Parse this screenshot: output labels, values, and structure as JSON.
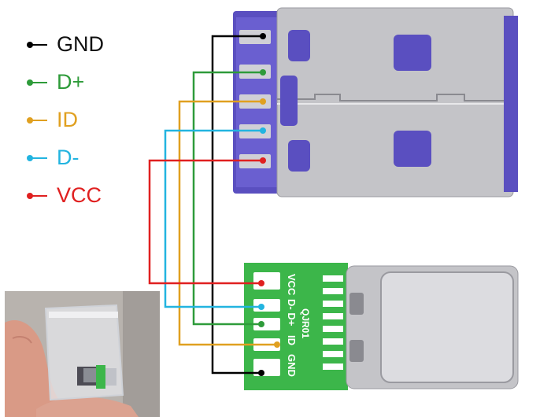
{
  "legend": [
    {
      "label": "GND",
      "color": "#000000"
    },
    {
      "label": "D+",
      "color": "#2e9b3a"
    },
    {
      "label": "ID",
      "color": "#e0a020"
    },
    {
      "label": "D-",
      "color": "#22b4e0"
    },
    {
      "label": "VCC",
      "color": "#e02020"
    }
  ],
  "pcb": {
    "label_vcc": "VCC",
    "label_d_minus_d_plus": "D- D+",
    "label_id": "ID",
    "label_gnd": "GND",
    "brand": "QJR01"
  },
  "colors": {
    "usb_blue": "#5a4fc0",
    "metal": "#c4c4c8",
    "pcb_green": "#3cb64a"
  }
}
